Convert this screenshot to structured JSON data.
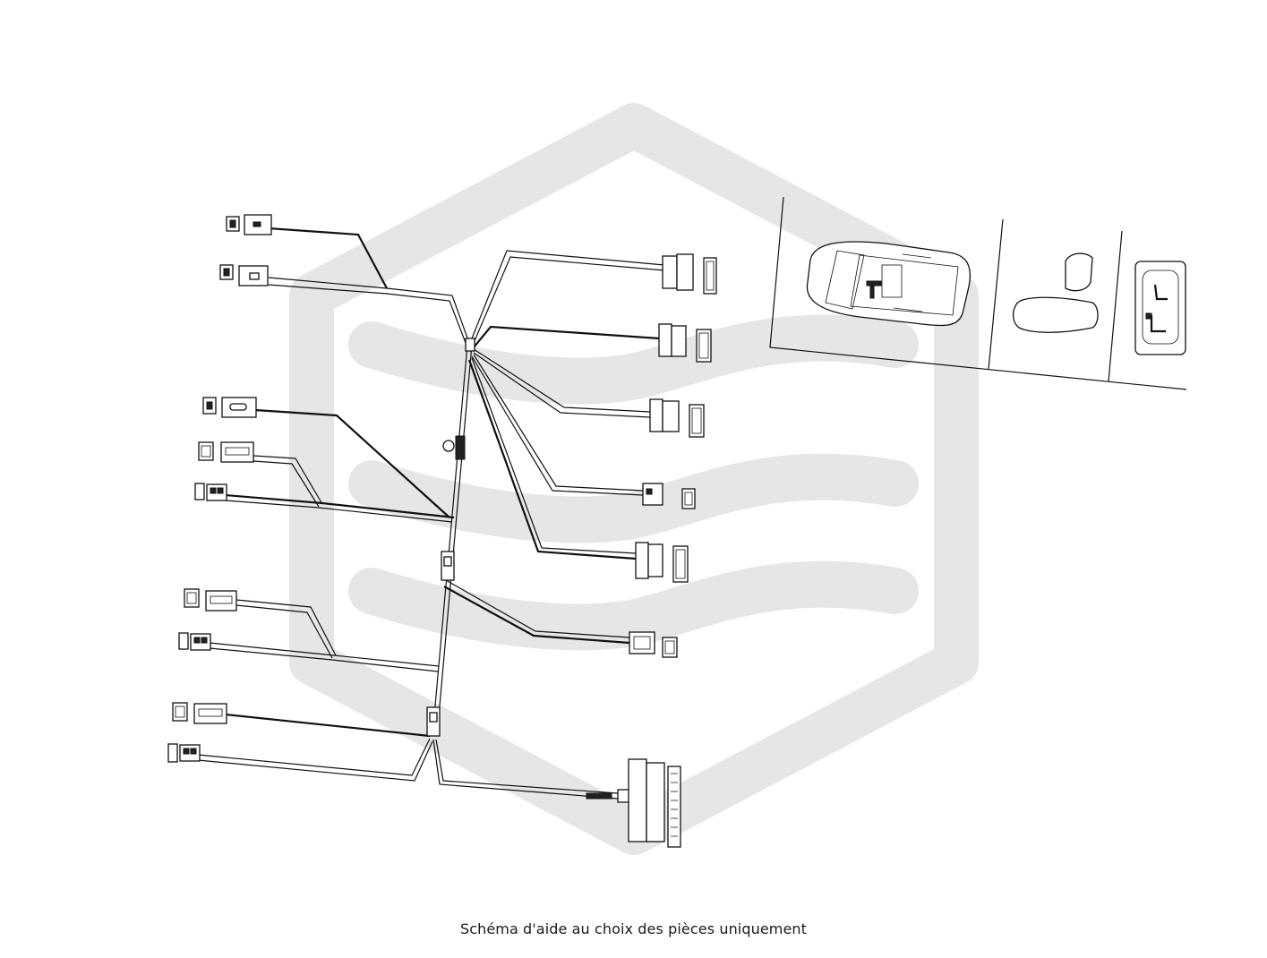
{
  "caption": "Schéma d'aide au choix des pièces uniquement",
  "colors": {
    "line": "#111111",
    "watermark": "#e6e6e6",
    "background": "#ffffff"
  },
  "watermark": {
    "icon": "brand-hexagon-logo-icon"
  },
  "views": [
    {
      "name": "vehicle-location-view",
      "icon": "car-top-view-icon"
    },
    {
      "name": "seat-location-view",
      "icon": "seat-icon"
    },
    {
      "name": "seat-switch-location-view",
      "icon": "seat-switch-panel-icon"
    }
  ]
}
